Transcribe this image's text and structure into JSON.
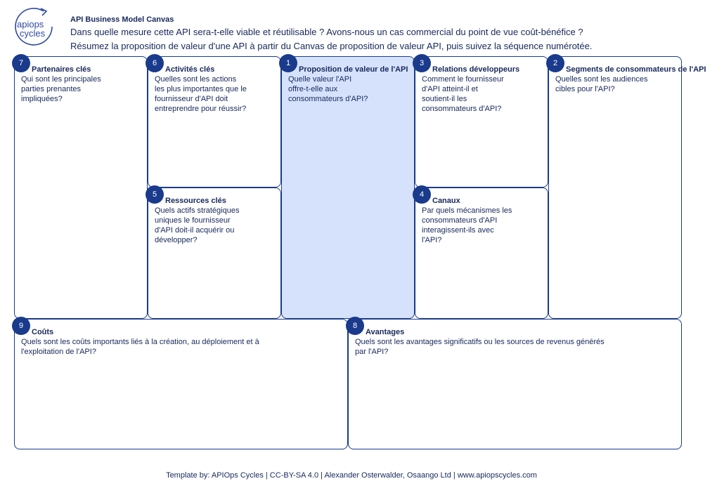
{
  "logo": {
    "line1": "apiops",
    "line2": "cycles"
  },
  "header": {
    "title": "API Business Model Canvas",
    "line1": "Dans quelle mesure cette API sera-t-elle viable et réutilisable ? Avons-nous un cas commercial du point de vue coût-bénéfice ?",
    "line2": "Résumez la proposition de valeur d'une API à partir du Canvas de proposition de valeur API, puis suivez la séquence numérotée."
  },
  "boxes": {
    "partenaires": {
      "num": "7",
      "title": "Partenaires clés",
      "question": "Qui sont les principales\nparties prenantes\nimpliquées?"
    },
    "activites": {
      "num": "6",
      "title": "Activités clés",
      "question": "Quelles sont les actions\nles plus importantes que le\nfournisseur d'API doit\nentreprendre pour réussir?"
    },
    "ressources": {
      "num": "5",
      "title": "Ressources clés",
      "question": "Quels actifs stratégiques\nuniques le fournisseur\nd'API doit-il acquérir ou\ndévelopper?"
    },
    "proposition": {
      "num": "1",
      "title": "Proposition de valeur de l'API",
      "question": "Quelle valeur l'API\noffre-t-elle aux\nconsommateurs d'API?"
    },
    "relations": {
      "num": "3",
      "title": "Relations développeurs",
      "question": "Comment le fournisseur\nd'API atteint-il et\nsoutient-il les\nconsommateurs d'API?"
    },
    "canaux": {
      "num": "4",
      "title": "Canaux",
      "question": "Par quels mécanismes les\nconsommateurs d'API\ninteragissent-ils avec\nl'API?"
    },
    "segments": {
      "num": "2",
      "title": "Segments de consommateurs de l'API",
      "question": "Quelles sont les audiences\ncibles pour l'API?"
    },
    "couts": {
      "num": "9",
      "title": "Coûts",
      "question": "Quels sont les coûts importants liés à la création, au déploiement et à\nl'exploitation de l'API?"
    },
    "avantages": {
      "num": "8",
      "title": "Avantages",
      "question": "Quels sont les avantages significatifs ou les sources de revenus générés\npar l'API?"
    }
  },
  "footer": "Template by: APIOps Cycles | CC-BY-SA 4.0 | Alexander Osterwalder, Osaango Ltd | www.apiopscycles.com"
}
